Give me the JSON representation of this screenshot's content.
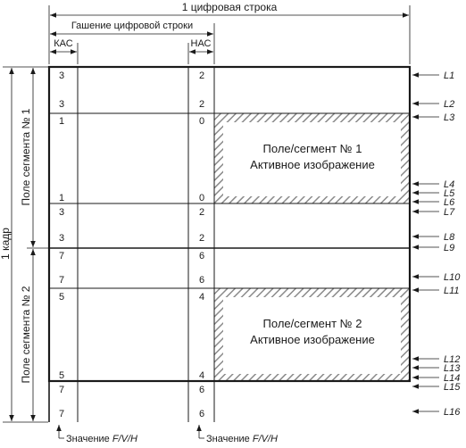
{
  "header": {
    "line_label": "1 цифровая строка",
    "blanking_label": "Гашение цифровой строки",
    "eav_label": "КАС",
    "sav_label": "НАС"
  },
  "left": {
    "frame_label": "1 кадр",
    "field1_label": "Поле сегмента № 1",
    "field2_label": "Поле сегмента № 2"
  },
  "active_regions": [
    {
      "line1": "Поле/сегмент № 1",
      "line2": "Активное изображение"
    },
    {
      "line1": "Поле/сегмент № 2",
      "line2": "Активное изображение"
    }
  ],
  "rows": [
    {
      "eav": "3",
      "sav": "2"
    },
    {
      "eav": "3",
      "sav": "2"
    },
    {
      "eav": "1",
      "sav": "0"
    },
    {
      "eav": "1",
      "sav": "0"
    },
    {
      "eav": "3",
      "sav": "2"
    },
    {
      "eav": "3",
      "sav": "2"
    },
    {
      "eav": "7",
      "sav": "6"
    },
    {
      "eav": "7",
      "sav": "6"
    },
    {
      "eav": "5",
      "sav": "4"
    },
    {
      "eav": "5",
      "sav": "4"
    },
    {
      "eav": "7",
      "sav": "6"
    },
    {
      "eav": "7",
      "sav": "6"
    }
  ],
  "line_markers": [
    "L1",
    "L2",
    "L3",
    "L4",
    "L5",
    "L6",
    "L7",
    "L8",
    "L9",
    "L10",
    "L11",
    "L12",
    "L13",
    "L14",
    "L15",
    "L16"
  ],
  "footer": {
    "value_label_prefix": "Значение ",
    "value_label_italic": "F/V/H"
  }
}
